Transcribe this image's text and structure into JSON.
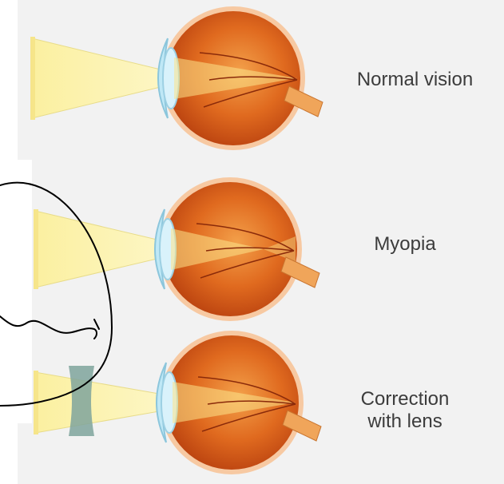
{
  "labels": {
    "normal_vision": "Normal vision",
    "myopia": "Myopia",
    "correction_line1": "Correction",
    "correction_line2": "with lens"
  },
  "colors": {
    "background": "#ffffff",
    "panel": "#f2f2f2",
    "light_beam": "#fbf3a3",
    "sclera": "#e9721c",
    "eye_interior": "#d8551a",
    "cornea": "#bfe8f6",
    "corrective_lens": "#7fa59c",
    "scribble": "#000000"
  },
  "icons": [
    "eye-cross-section",
    "light-beam",
    "concave-lens",
    "hand-drawn-scribble"
  ]
}
